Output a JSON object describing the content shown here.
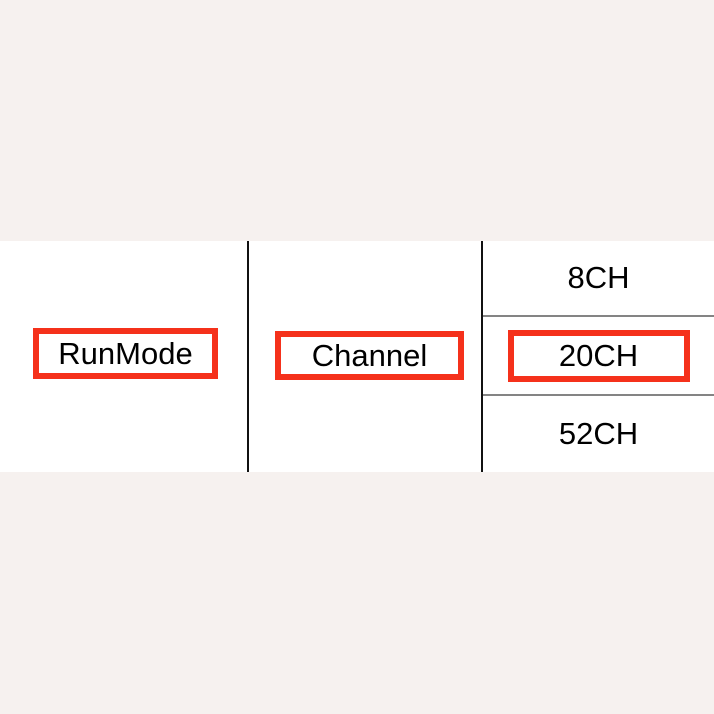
{
  "menu": {
    "items": [
      {
        "label": "RunMode"
      },
      {
        "label": "Channel"
      }
    ],
    "options": [
      {
        "label": "8CH",
        "selected": false
      },
      {
        "label": "20CH",
        "selected": true
      },
      {
        "label": "52CH",
        "selected": false
      }
    ]
  },
  "colors": {
    "highlight_red": "#F5311B",
    "background": "#F6F1EF",
    "panel_white": "#FFFFFF",
    "divider_black": "#111111",
    "divider_gray": "#848484",
    "text_black": "#000000"
  }
}
